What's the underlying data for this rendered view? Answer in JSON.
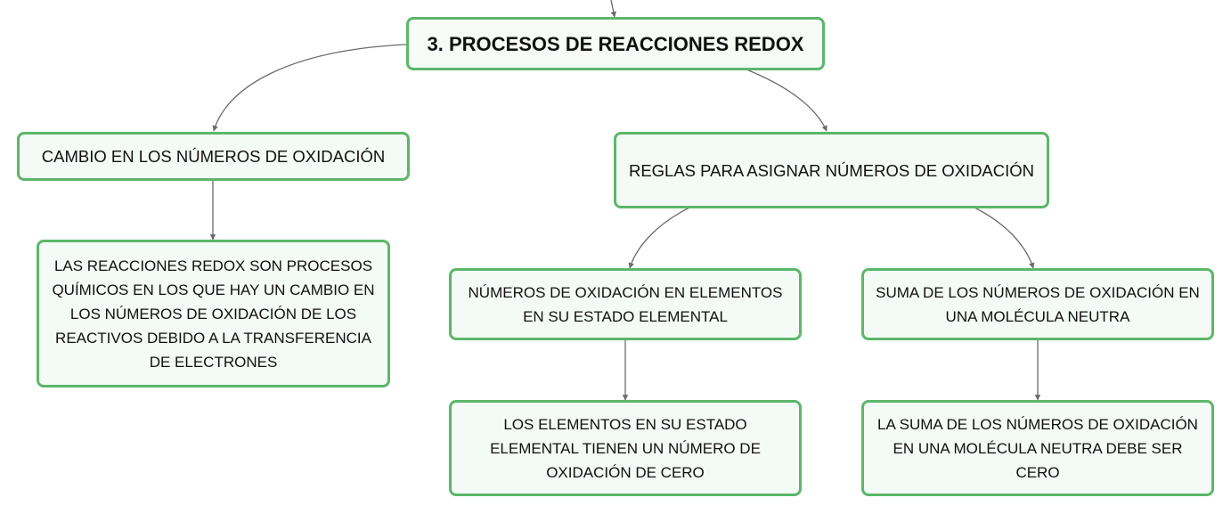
{
  "colors": {
    "node_border": "#5cb76a",
    "node_fill": "#f4faf5",
    "connector": "#6b6b6b"
  },
  "root": {
    "label": "3. PROCESOS DE REACCIONES REDOX"
  },
  "branches": {
    "left": {
      "label": "CAMBIO EN LOS NÚMEROS DE OXIDACIÓN",
      "child": "LAS REACCIONES REDOX SON PROCESOS QUÍMICOS EN LOS QUE HAY UN CAMBIO EN LOS NÚMEROS DE OXIDACIÓN DE LOS REACTIVOS DEBIDO A LA TRANSFERENCIA DE ELECTRONES"
    },
    "right": {
      "label": "REGLAS PARA ASIGNAR NÚMEROS DE OXIDACIÓN",
      "sub_left": {
        "label": "NÚMEROS DE OXIDACIÓN EN ELEMENTOS EN SU ESTADO ELEMENTAL",
        "child": "LOS ELEMENTOS EN SU ESTADO ELEMENTAL TIENEN UN NÚMERO DE OXIDACIÓN DE CERO"
      },
      "sub_right": {
        "label": "SUMA DE LOS NÚMEROS DE OXIDACIÓN EN UNA MOLÉCULA NEUTRA",
        "child": "LA SUMA DE LOS NÚMEROS DE OXIDACIÓN EN UNA MOLÉCULA NEUTRA DEBE SER CERO"
      }
    }
  }
}
